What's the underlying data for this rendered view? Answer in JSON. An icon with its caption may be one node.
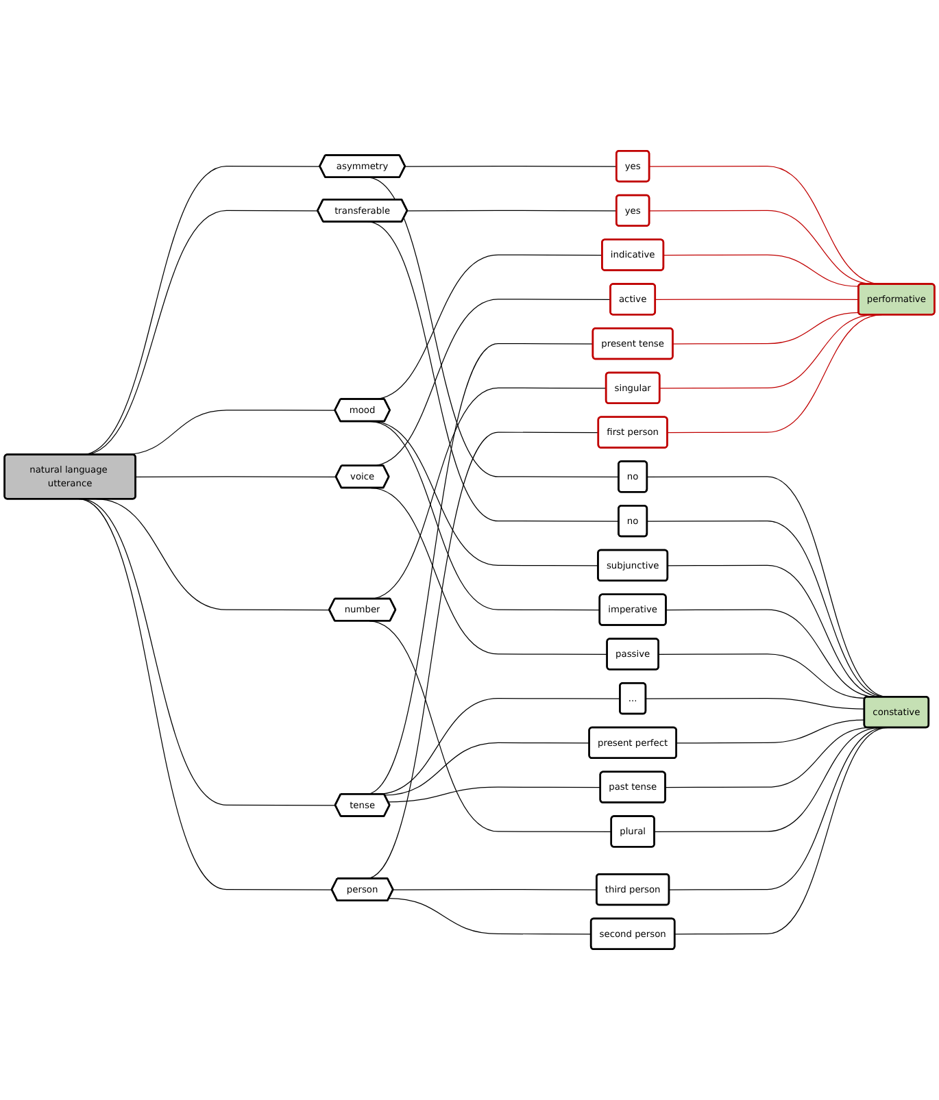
{
  "diagram": {
    "nodes": [
      {
        "text": [
          "natural language utterance"
        ]
      },
      {
        "text": [
          "person"
        ]
      },
      {
        "text": [
          "first person"
        ]
      },
      {
        "text": [
          "second person"
        ]
      },
      {
        "text": [
          "third person"
        ]
      },
      {
        "text": [
          "number"
        ]
      },
      {
        "text": [
          "singular"
        ]
      },
      {
        "text": [
          "plural"
        ]
      },
      {
        "text": [
          "tense"
        ]
      },
      {
        "text": [
          "present tense"
        ]
      },
      {
        "text": [
          "past tense"
        ]
      },
      {
        "text": [
          "present perfect"
        ]
      },
      {
        "text": [
          "..."
        ]
      },
      {
        "text": [
          "voice"
        ]
      },
      {
        "text": [
          "active"
        ]
      },
      {
        "text": [
          "passive"
        ]
      },
      {
        "text": [
          "mood"
        ]
      },
      {
        "text": [
          "indicative"
        ]
      },
      {
        "text": [
          "imperative"
        ]
      },
      {
        "text": [
          "subjunctive"
        ]
      },
      {
        "text": [
          "transferable"
        ]
      },
      {
        "text": [
          "yes"
        ]
      },
      {
        "text": [
          "no"
        ]
      },
      {
        "text": [
          "asymmetry"
        ]
      },
      {
        "text": [
          "no"
        ]
      },
      {
        "text": [
          "yes"
        ]
      },
      {
        "text": [
          "constative"
        ]
      },
      {
        "text": [
          "performative"
        ]
      }
    ],
    "edges": [
      {
        "from": 0,
        "to": 1,
        "arrow": "none"
      },
      {
        "from": 0,
        "to": 5,
        "arrow": "none"
      },
      {
        "from": 0,
        "to": 8,
        "arrow": "none"
      },
      {
        "from": 0,
        "to": 13,
        "arrow": "none"
      },
      {
        "from": 0,
        "to": 16,
        "arrow": "none"
      },
      {
        "from": 0,
        "to": 20,
        "arrow": "none"
      },
      {
        "from": 0,
        "to": 23,
        "arrow": "none"
      },
      {
        "from": 1,
        "to": 2,
        "arrow": "none"
      },
      {
        "from": 1,
        "to": 3,
        "arrow": "none"
      },
      {
        "from": 1,
        "to": 4,
        "arrow": "none"
      },
      {
        "from": 5,
        "to": 6,
        "arrow": "none"
      },
      {
        "from": 5,
        "to": 7,
        "arrow": "none"
      },
      {
        "from": 8,
        "to": 9,
        "arrow": "none"
      },
      {
        "from": 8,
        "to": 10,
        "arrow": "none"
      },
      {
        "from": 8,
        "to": 11,
        "arrow": "none"
      },
      {
        "from": 8,
        "to": 12,
        "arrow": "none"
      },
      {
        "from": 13,
        "to": 14,
        "arrow": "none"
      },
      {
        "from": 13,
        "to": 15,
        "arrow": "none"
      },
      {
        "from": 16,
        "to": 17,
        "arrow": "none"
      },
      {
        "from": 16,
        "to": 18,
        "arrow": "none"
      },
      {
        "from": 16,
        "to": 19,
        "arrow": "none"
      },
      {
        "from": 20,
        "to": 21,
        "arrow": "none"
      },
      {
        "from": 20,
        "to": 22,
        "arrow": "none"
      },
      {
        "from": 23,
        "to": 24,
        "arrow": "none"
      },
      {
        "from": 23,
        "to": 25,
        "arrow": "none"
      },
      {
        "from": 2,
        "to": 27,
        "arrow": "none",
        "color": "#c00000"
      },
      {
        "from": 3,
        "to": 26,
        "arrow": "none"
      },
      {
        "from": 4,
        "to": 26,
        "arrow": "none"
      },
      {
        "from": 6,
        "to": 27,
        "arrow": "none",
        "color": "#c00000"
      },
      {
        "from": 7,
        "to": 26,
        "arrow": "none"
      },
      {
        "from": 9,
        "to": 27,
        "arrow": "none",
        "color": "#c00000"
      },
      {
        "from": 10,
        "to": 26,
        "arrow": "none"
      },
      {
        "from": 11,
        "to": 26,
        "arrow": "none"
      },
      {
        "from": 12,
        "to": 26,
        "arrow": "none"
      },
      {
        "from": 14,
        "to": 27,
        "arrow": "none",
        "color": "#c00000"
      },
      {
        "from": 15,
        "to": 26,
        "arrow": "none"
      },
      {
        "from": 17,
        "to": 27,
        "arrow": "none",
        "color": "#c00000"
      },
      {
        "from": 18,
        "to": 26,
        "arrow": "none"
      },
      {
        "from": 19,
        "to": 26,
        "arrow": "none"
      },
      {
        "from": 21,
        "to": 27,
        "arrow": "none",
        "color": "#c00000"
      },
      {
        "from": 22,
        "to": 26,
        "arrow": "none"
      },
      {
        "from": 24,
        "to": 26,
        "arrow": "none"
      },
      {
        "from": 25,
        "to": 27,
        "arrow": "none",
        "color": "#c00000"
      }
    ]
  }
}
